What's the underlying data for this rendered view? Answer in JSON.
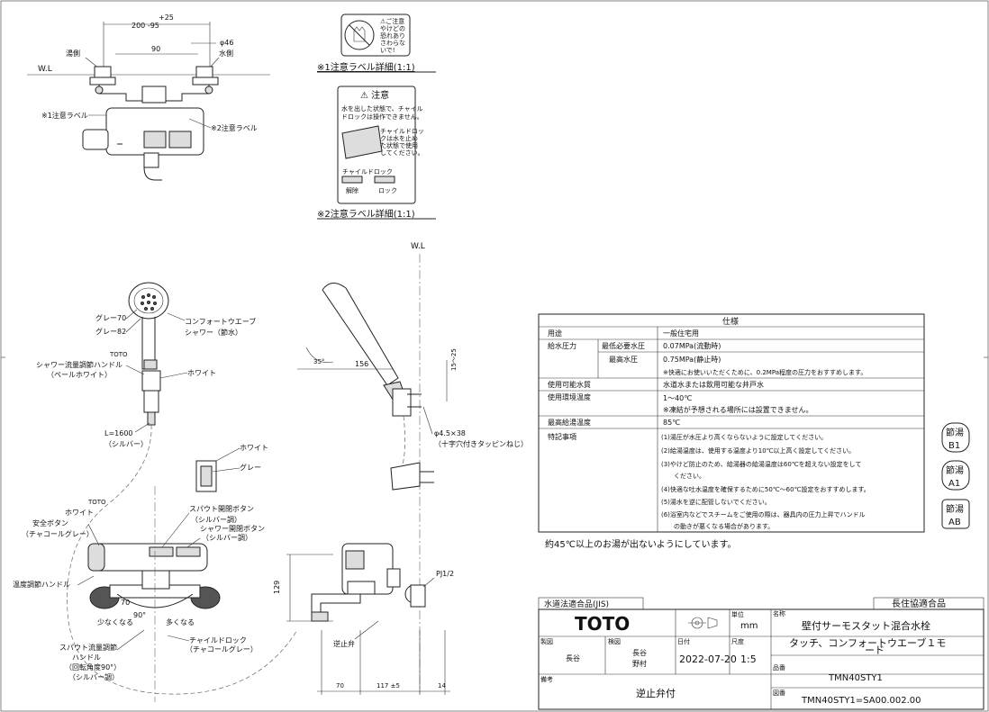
{
  "labels": {
    "wl": "W.L",
    "hot_side": "湯側",
    "cold_side": "水側",
    "dim_25": "+25",
    "dim_200_95": "200 -95",
    "dim_90": "90",
    "dim_phi46": "φ46",
    "caution1": "※1注意ラベル",
    "caution2": "※2注意ラベル",
    "caution1_detail": "※1注意ラベル詳細(1:1)",
    "caution2_detail": "※2注意ラベル詳細(1:1)",
    "label1_text": [
      "⚠ご注意",
      "やけどの",
      "恐れあり",
      "さわらな",
      "いで!"
    ],
    "label2_title": "⚠ 注意",
    "label2_lines": [
      "水を出した状態で、チャイル",
      "ドロックは操作できません。"
    ],
    "label2_side": [
      "チャイルドロッ",
      "クは水を止め",
      "た状態で使用",
      "してください。"
    ],
    "label2_lock_title": "チャイルドロック",
    "label2_unlock": "解除",
    "label2_lock": "ロック",
    "grey70": "グレー70",
    "grey82": "グレー82",
    "comfort_wave": "コンフォートウエーブ",
    "shower_save": "シャワー（節水）",
    "toto_small": "TOTO",
    "shower_flow_handle": "シャワー流量調節ハンドル",
    "pale_white": "（ペールホワイト）",
    "white": "ホワイト",
    "grey": "グレー",
    "hose_length": "L=1600",
    "silver": "（シルバー）",
    "safety_button": "安全ボタン",
    "charcoal_grey": "（チャコールグレー）",
    "spout_button": "スパウト開閉ボタン",
    "silver_tone": "（シルバー調）",
    "shower_button": "シャワー開閉ボタン",
    "temp_handle": "温度調節ハンドル",
    "dim_70": "70",
    "dim_90b": "90°",
    "less": "少なくなる",
    "more": "多くなる",
    "child_lock": "チャイルドロック",
    "spout_flow_handle": [
      "スパウト流量調節",
      "ハンドル",
      "（回転角度90°）",
      "（シルバー調）"
    ],
    "check_valve_label": "逆止弁",
    "pj": "PJ1/2",
    "dim_129": "129",
    "dim_bottom_70": "70",
    "dim_bottom_117": "117 ±5",
    "dim_bottom_14": "14",
    "dim_35": "35°",
    "dim_156": "156",
    "dim_15_25": "15〜25",
    "screw": "φ4.5×38",
    "screw_note": "（十字穴付きタッピンねじ）"
  },
  "spec": {
    "title": "仕様",
    "rows": [
      {
        "k1": "用途",
        "k2": "",
        "v": "一般住宅用"
      },
      {
        "k1": "給水圧力",
        "k2": "最低必要水圧",
        "v": "0.07MPa(流動時)"
      },
      {
        "k1": "",
        "k2": "最高水圧",
        "v": "0.75MPa(静止時)"
      },
      {
        "k1": "",
        "k2": "",
        "v": "※快適にお使いいただくために、0.2MPa程度の圧力をおすすめします。"
      },
      {
        "k1": "使用可能水質",
        "k2": "",
        "v": "水道水または飲用可能な井戸水"
      },
      {
        "k1": "使用環境温度",
        "k2": "",
        "v": "1〜40℃"
      },
      {
        "k1": "",
        "k2": "",
        "v": "※凍結が予想される場所には設置できません。"
      },
      {
        "k1": "最高給湯温度",
        "k2": "",
        "v": "85℃"
      }
    ],
    "notes_label": "特記事項",
    "notes": [
      "(1)湯圧が水圧より高くならないように設定してください。",
      "(2)給湯温度は、使用する温度より10℃以上高く設定してください。",
      "(3)やけど防止のため、給湯器の給湯温度は60℃を超えない設定をして",
      "　　ください。",
      "(4)快適な吐水温度を確保するために50℃〜60℃設定をおすすめします。",
      "(5)湯水を逆に配管しないでください。",
      "(6)浴室内などでスチームをご使用の際は、器具内の圧力上昇でハンドル",
      "　　の動きが悪くなる場合があります。"
    ],
    "footnote": "約45℃以上のお湯が出ないようにしています。"
  },
  "badges": [
    {
      "top": "節湯",
      "bottom": "B1"
    },
    {
      "top": "節湯",
      "bottom": "A1"
    },
    {
      "top": "節湯",
      "bottom": "AB"
    }
  ],
  "title_block": {
    "jis": "水道法適合品(JIS)",
    "long_life": "長住協適合品",
    "logo": "TOTO",
    "unit_label": "単位",
    "unit": "mm",
    "name_label": "名称",
    "name1": "壁付サーモスタット混合水栓",
    "name2": "タッチ、コンフォートウエーブ１モ",
    "name3": "ード",
    "draw_label": "製図",
    "drawer": "長谷",
    "check_label": "検図",
    "checker1": "長谷",
    "checker2": "野村",
    "date_label": "日付",
    "date": "2022-07-20",
    "scale_label": "尺度",
    "scale": "1:5",
    "part_label": "品番",
    "part": "TMN40STY1",
    "remarks_label": "備考",
    "remarks": "逆止弁付",
    "drawing_label": "図番",
    "drawing": "TMN40STY1=SA00.002.00"
  }
}
